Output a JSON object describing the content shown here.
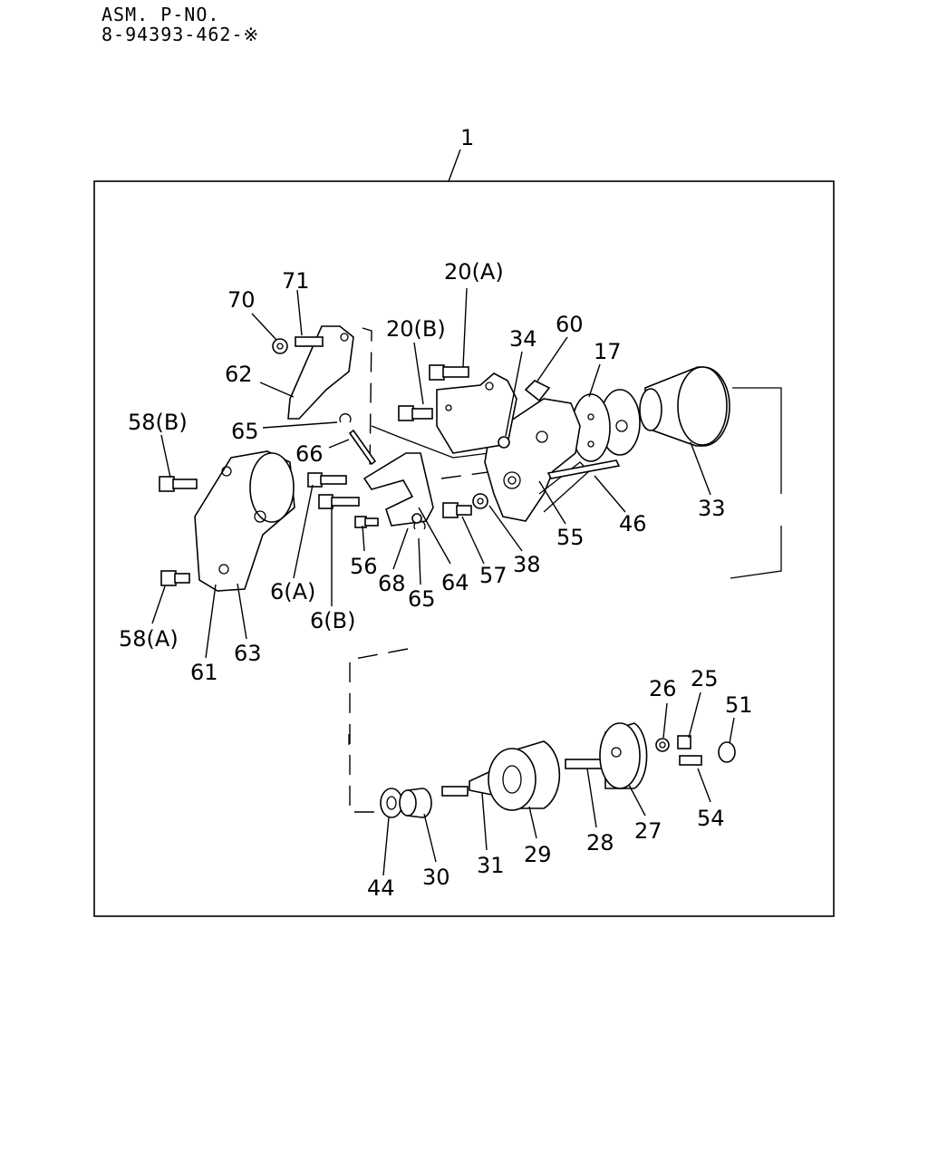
{
  "header": {
    "line1": "ASM. P-NO.",
    "line2": "8-94393-462-※"
  },
  "assembly_callout": "1",
  "callouts": {
    "c70": "70",
    "c71": "71",
    "c62": "62",
    "c20a": "20(A)",
    "c20b": "20(B)",
    "c34": "34",
    "c60": "60",
    "c17": "17",
    "c58b": "58(B)",
    "c65a": "65",
    "c66": "66",
    "c33": "33",
    "c46": "46",
    "c55": "55",
    "c56": "56",
    "c68": "68",
    "c65b": "65",
    "c64": "64",
    "c57": "57",
    "c38": "38",
    "c6a": "6(A)",
    "c6b": "6(B)",
    "c58a": "58(A)",
    "c61": "61",
    "c63": "63",
    "c26": "26",
    "c25": "25",
    "c51": "51",
    "c54": "54",
    "c27": "27",
    "c28": "28",
    "c29": "29",
    "c31": "31",
    "c30": "30",
    "c44": "44"
  }
}
